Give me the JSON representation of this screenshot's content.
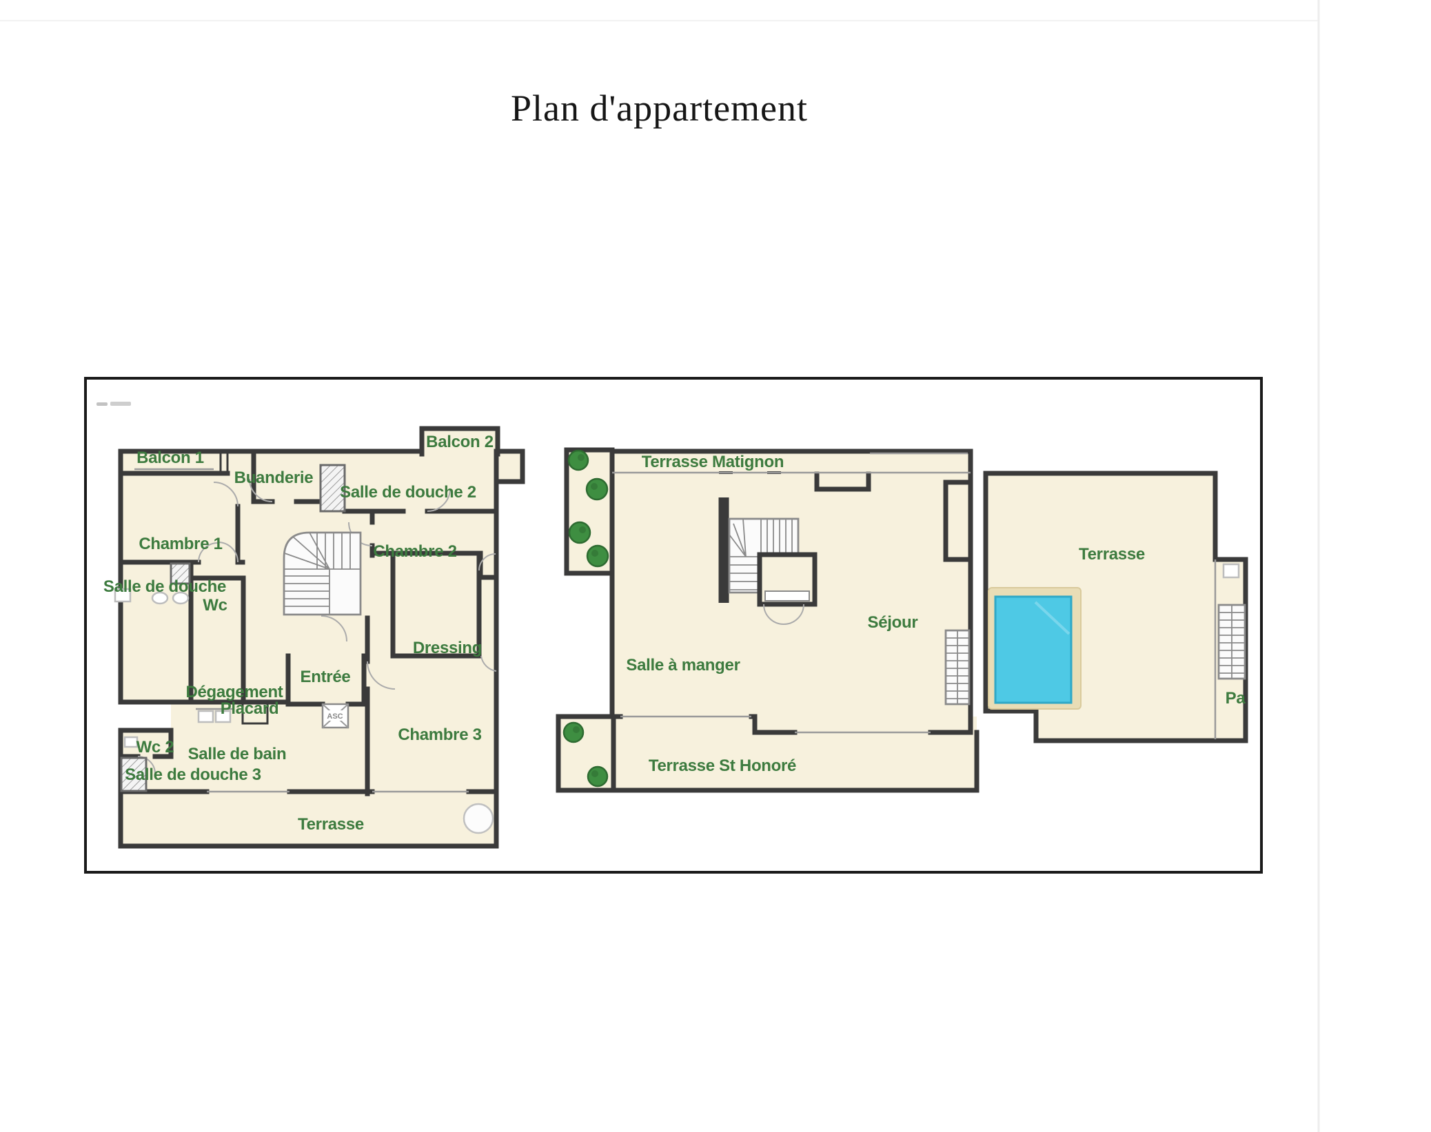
{
  "page": {
    "title": "Plan d'appartement"
  },
  "colors": {
    "floor": "#f7f1dd",
    "wall": "#3a3a3a",
    "plan-border": "#1a1a1a",
    "label": "#3d7b3f",
    "pool": "#4ec9e5",
    "pool-deck": "#e9ddb6",
    "pool-edge": "#2fa8c6",
    "tree": "#3e8e41",
    "tree-dark": "#2e6b31",
    "thin-line": "#9a9a9a",
    "stair-line": "#8a8a8a",
    "fixture": "#bdbdbd"
  },
  "plan": {
    "left": {
      "rooms": {
        "balcon1": "Balcon 1",
        "balcon2": "Balcon 2",
        "buanderie": "Buanderie",
        "salle_de_douche_2": "Salle de douche 2",
        "chambre1": "Chambre 1",
        "chambre2": "Chambre 2",
        "salle_de_douche": "Salle de douche",
        "wc": "Wc",
        "dressing": "Dressing",
        "degagement": "Dégagement",
        "entree": "Entrée",
        "placard": "Placard",
        "asc": "ASC",
        "chambre3": "Chambre 3",
        "wc2": "Wc 2",
        "salle_de_bain": "Salle de bain",
        "salle_de_douche_3": "Salle de douche 3",
        "terrasse": "Terrasse"
      }
    },
    "right": {
      "rooms": {
        "terrasse_matignon": "Terrasse Matignon",
        "sejour": "Séjour",
        "salle_a_manger": "Salle à manger",
        "terrasse_st_honore": "Terrasse St Honoré",
        "terrasse": "Terrasse",
        "palier": "Pa"
      }
    }
  }
}
